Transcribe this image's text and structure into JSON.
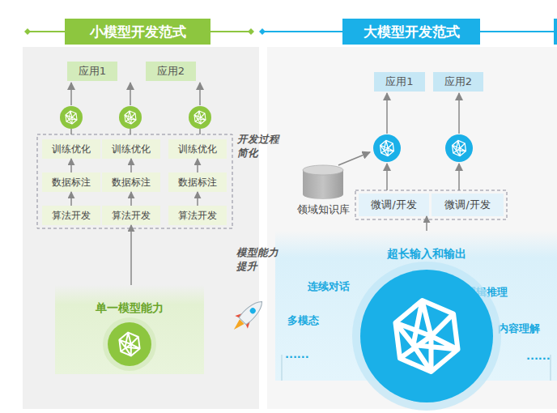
{
  "diagram": {
    "nodes": [
      {
        "text": [
          "小模型开发范式"
        ]
      },
      {
        "text": [
          "大模型开发范式"
        ]
      },
      {
        "text": [
          "应用1"
        ]
      },
      {
        "text": [
          "应用2"
        ]
      },
      {
        "text": [
          "训练优化"
        ]
      },
      {
        "text": [
          "训练优化"
        ]
      },
      {
        "text": [
          "训练优化"
        ]
      },
      {
        "text": [
          "数据标注"
        ]
      },
      {
        "text": [
          "数据标注"
        ]
      },
      {
        "text": [
          "数据标注"
        ]
      },
      {
        "text": [
          "算法开发"
        ]
      },
      {
        "text": [
          "算法开发"
        ]
      },
      {
        "text": [
          "算法开发"
        ]
      },
      {
        "text": [
          "单一模型能力"
        ]
      },
      {
        "text": [
          "应用1"
        ]
      },
      {
        "text": [
          "应用2"
        ]
      },
      {
        "text": [
          "领域知识库"
        ]
      },
      {
        "text": [
          "微调/开发"
        ]
      },
      {
        "text": [
          "微调/开发"
        ]
      },
      {
        "text": [
          "超长输入和输出",
          "连续对话",
          "逻辑推理",
          "多模态",
          "内容理解",
          "......",
          "......"
        ]
      }
    ],
    "edges": [
      {
        "from": 13,
        "to": 11,
        "arrow": "to"
      },
      {
        "from": 10,
        "to": 7,
        "arrow": "to"
      },
      {
        "from": 7,
        "to": 4,
        "arrow": "to"
      },
      {
        "from": 11,
        "to": 8,
        "arrow": "to"
      },
      {
        "from": 8,
        "to": 5,
        "arrow": "to"
      },
      {
        "from": 12,
        "to": 9,
        "arrow": "to"
      },
      {
        "from": 9,
        "to": 6,
        "arrow": "to"
      },
      {
        "from": 19,
        "to": 17,
        "arrow": "to"
      }
    ],
    "labels": [
      "开发过程 简化",
      "模型能力 提升"
    ]
  }
}
